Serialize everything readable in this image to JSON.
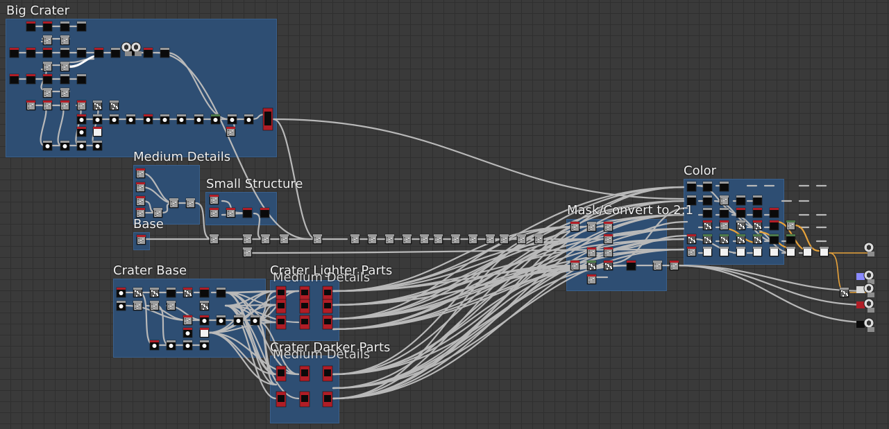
{
  "graph": {
    "frames": [
      {
        "id": "big-crater",
        "title": "Big Crater"
      },
      {
        "id": "medium-details",
        "title": "Medium Details"
      },
      {
        "id": "small-structure",
        "title": "Small Structure"
      },
      {
        "id": "base",
        "title": "Base"
      },
      {
        "id": "crater-base",
        "title": "Crater Base"
      },
      {
        "id": "crater-lighter-parts",
        "title": "Crater Lighter Parts"
      },
      {
        "id": "medium-lighter-overlap",
        "title": "Medium Details"
      },
      {
        "id": "crater-darker-parts",
        "title": "Crater Darker Parts"
      },
      {
        "id": "medium-darker-overlap",
        "title": "Medium Details"
      },
      {
        "id": "mask-convert",
        "title": "Mask/Convert to 2:1"
      },
      {
        "id": "color",
        "title": "Color"
      }
    ],
    "colors": {
      "background": "#3a3a3a",
      "grid": "#2f2f2f",
      "frame": "#2e5077",
      "wire": "#b9b9b9",
      "wire_highlight": "#e8a33a",
      "node_header_red": "#b01d26",
      "node_header_gray": "#9a9a9a",
      "node_header_green": "#4d7a4a",
      "output_blue": "#8a8aff"
    },
    "outputs": [
      {
        "icon": "cube-output-icon"
      },
      {
        "icon": "cube-output-icon"
      },
      {
        "icon": "cube-output-icon"
      },
      {
        "icon": "cube-output-icon"
      },
      {
        "icon": "cube-output-icon"
      }
    ]
  }
}
